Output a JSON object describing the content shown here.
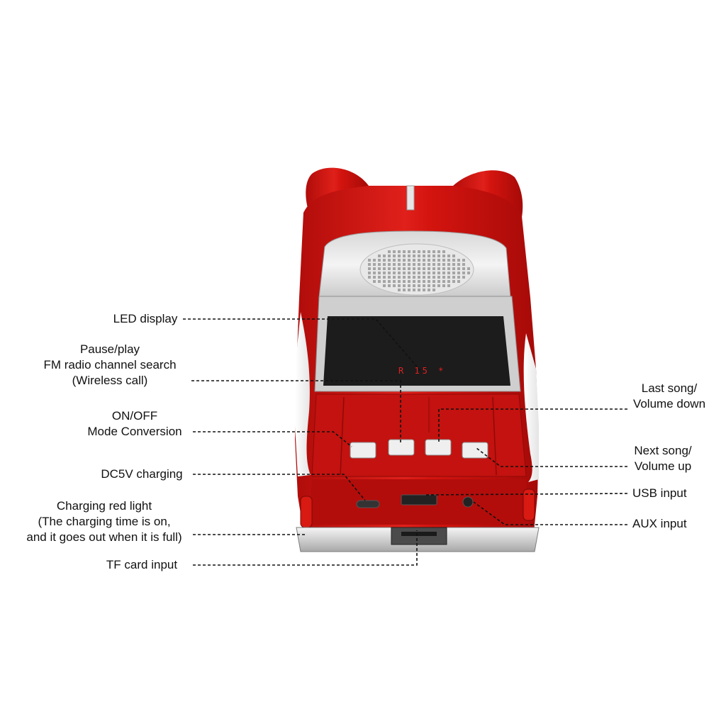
{
  "labels": {
    "led_display": [
      "LED display"
    ],
    "pause_play": [
      "Pause/play",
      "FM radio channel search",
      "(Wireless call)"
    ],
    "on_off": [
      "ON/OFF",
      "Mode Conversion"
    ],
    "dc5v": [
      "DC5V charging"
    ],
    "charging_light": [
      "Charging red light",
      "(The charging time is on,",
      "and it goes out when it is full)"
    ],
    "tf_card": [
      "TF card input"
    ],
    "last_song": [
      "Last song/",
      "Volume down"
    ],
    "next_song": [
      "Next song/",
      "Volume up"
    ],
    "usb": [
      "USB input"
    ],
    "aux": [
      "AUX input"
    ]
  },
  "display_text": "R 15 *",
  "colors": {
    "body_red": "#c8100e",
    "dark_red": "#8e0a08",
    "chrome": "#d9d9d9",
    "glass": "#1c1c1c",
    "led": "#e02020",
    "leader": "#111111"
  }
}
